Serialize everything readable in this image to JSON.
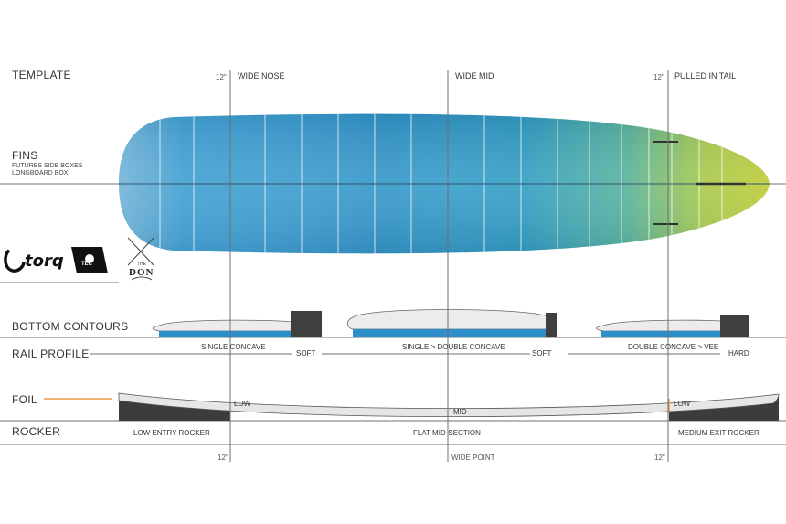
{
  "sections": {
    "template": "TEMPLATE",
    "fins": "FINS",
    "fins_detail_1": "FUTURES SIDE BOXES",
    "fins_detail_2": "LONGBOARD BOX",
    "bottom_contours": "BOTTOM  CONTOURS",
    "rail_profile": "RAIL PROFILE",
    "foil": "FOIL",
    "rocker": "ROCKER"
  },
  "template_labels": {
    "nose_measure": "12\"",
    "nose": "WIDE NOSE",
    "mid": "WIDE MID",
    "tail_measure": "12\"",
    "tail": "PULLED IN TAIL"
  },
  "brands": {
    "torq": "torq",
    "tec": "TEC",
    "don_small": "THE",
    "don": "DON"
  },
  "bottom_contours": [
    "SINGLE CONCAVE",
    "SINGLE > DOUBLE CONCAVE",
    "DOUBLE CONCAVE > VEE"
  ],
  "rail_profile": [
    "SOFT",
    "SOFT",
    "HARD"
  ],
  "foil": [
    "LOW",
    "MID",
    "LOW"
  ],
  "rocker": [
    "LOW ENTRY ROCKER",
    "FLAT MID-SECTION",
    "MEDIUM EXIT ROCKER"
  ],
  "bottom_labels": {
    "left_measure": "12\"",
    "wide_point": "WIDE POINT",
    "right_measure": "12\""
  },
  "colors": {
    "board_blue": "#2a95c8",
    "board_light": "#8fd0f2",
    "board_yellow": "#e4ee3a",
    "accent_orange": "#e8832a",
    "rail_blue": "#2d8fc9",
    "dark_block": "#3f3f3f"
  }
}
